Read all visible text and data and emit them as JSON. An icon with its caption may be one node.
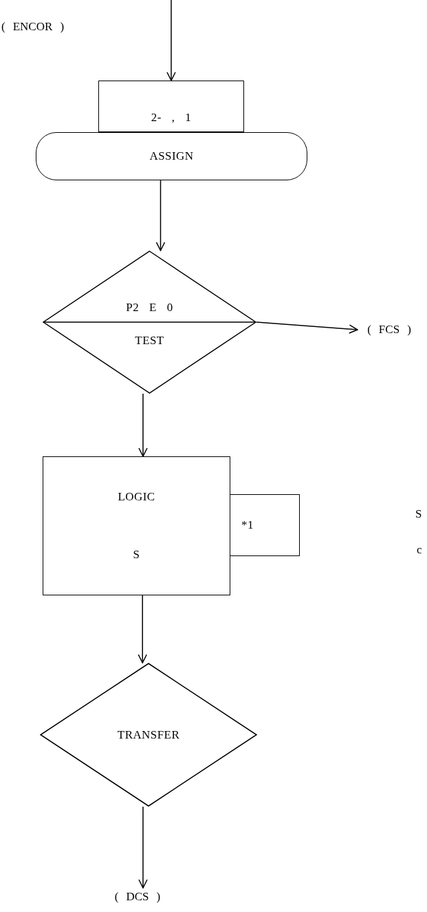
{
  "diagram": {
    "nodes": [
      {
        "text": [
          "2- , 1"
        ]
      },
      {
        "text": [
          "ASSIGN"
        ]
      },
      {
        "text": [
          "P2 E 0",
          "TEST"
        ]
      },
      {
        "text": [
          "( FCS )"
        ]
      },
      {
        "text": [
          "LOGIC",
          "S"
        ]
      },
      {
        "text": [
          "*1"
        ]
      },
      {
        "text": [
          "TRANSFER"
        ]
      },
      {
        "text": [
          "( DCS )"
        ]
      }
    ],
    "edges": [
      {
        "from": null,
        "to": 0,
        "arrow": "to"
      },
      {
        "from": 1,
        "to": 2,
        "arrow": "to"
      },
      {
        "from": 2,
        "to": 3,
        "arrow": "to"
      },
      {
        "from": 2,
        "to": 4,
        "arrow": "to"
      },
      {
        "from": 4,
        "to": 6,
        "arrow": "to"
      },
      {
        "from": 6,
        "to": 7,
        "arrow": "to"
      }
    ],
    "labels": [
      "( ENCOR )",
      "S",
      "c"
    ]
  }
}
